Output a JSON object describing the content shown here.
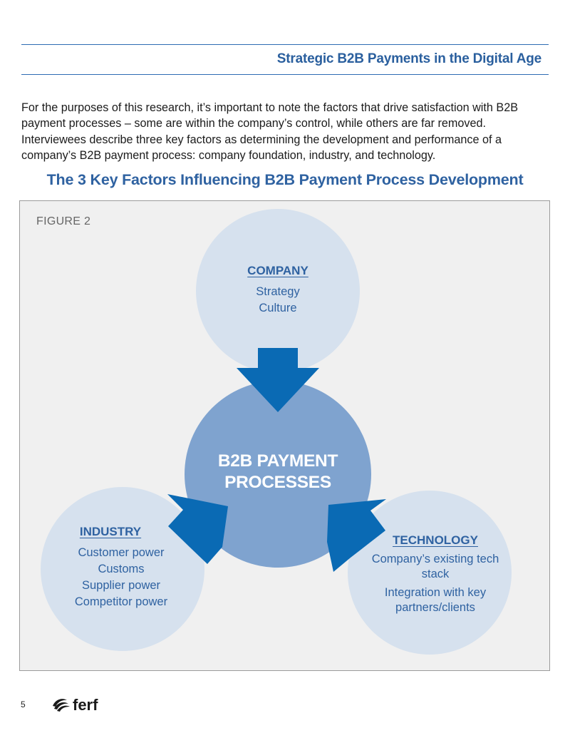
{
  "header": {
    "title": "Strategic B2B Payments in the Digital Age"
  },
  "intro_text": "For the purposes of this research, it’s important to note the factors that drive satisfaction with B2B payment processes – some are within the company’s control, while others are far removed. Interviewees describe three key factors as determining the development and performance of a company’s B2B payment process: company foundation, industry, and technology.",
  "figure": {
    "title": "The 3 Key Factors Influencing B2B Payment Process Development",
    "label": "FIGURE 2",
    "center": {
      "line1": "B2B PAYMENT",
      "line2": "PROCESSES"
    },
    "company": {
      "heading": "COMPANY",
      "items": [
        "Strategy",
        "Culture"
      ]
    },
    "industry": {
      "heading": "INDUSTRY",
      "items": [
        "Customer power",
        "Customs",
        "Supplier power",
        "Competitor power"
      ]
    },
    "technology": {
      "heading": "TECHNOLOGY",
      "items": [
        "Company’s existing tech stack",
        "Integration with key partners/clients"
      ]
    },
    "colors": {
      "outer_circle": "#d6e1ee",
      "center_circle": "#7fa3cf",
      "arrow": "#0a6ab4",
      "text": "#2f62a1"
    }
  },
  "footer": {
    "page_number": "5",
    "logo_text": "ferf"
  }
}
